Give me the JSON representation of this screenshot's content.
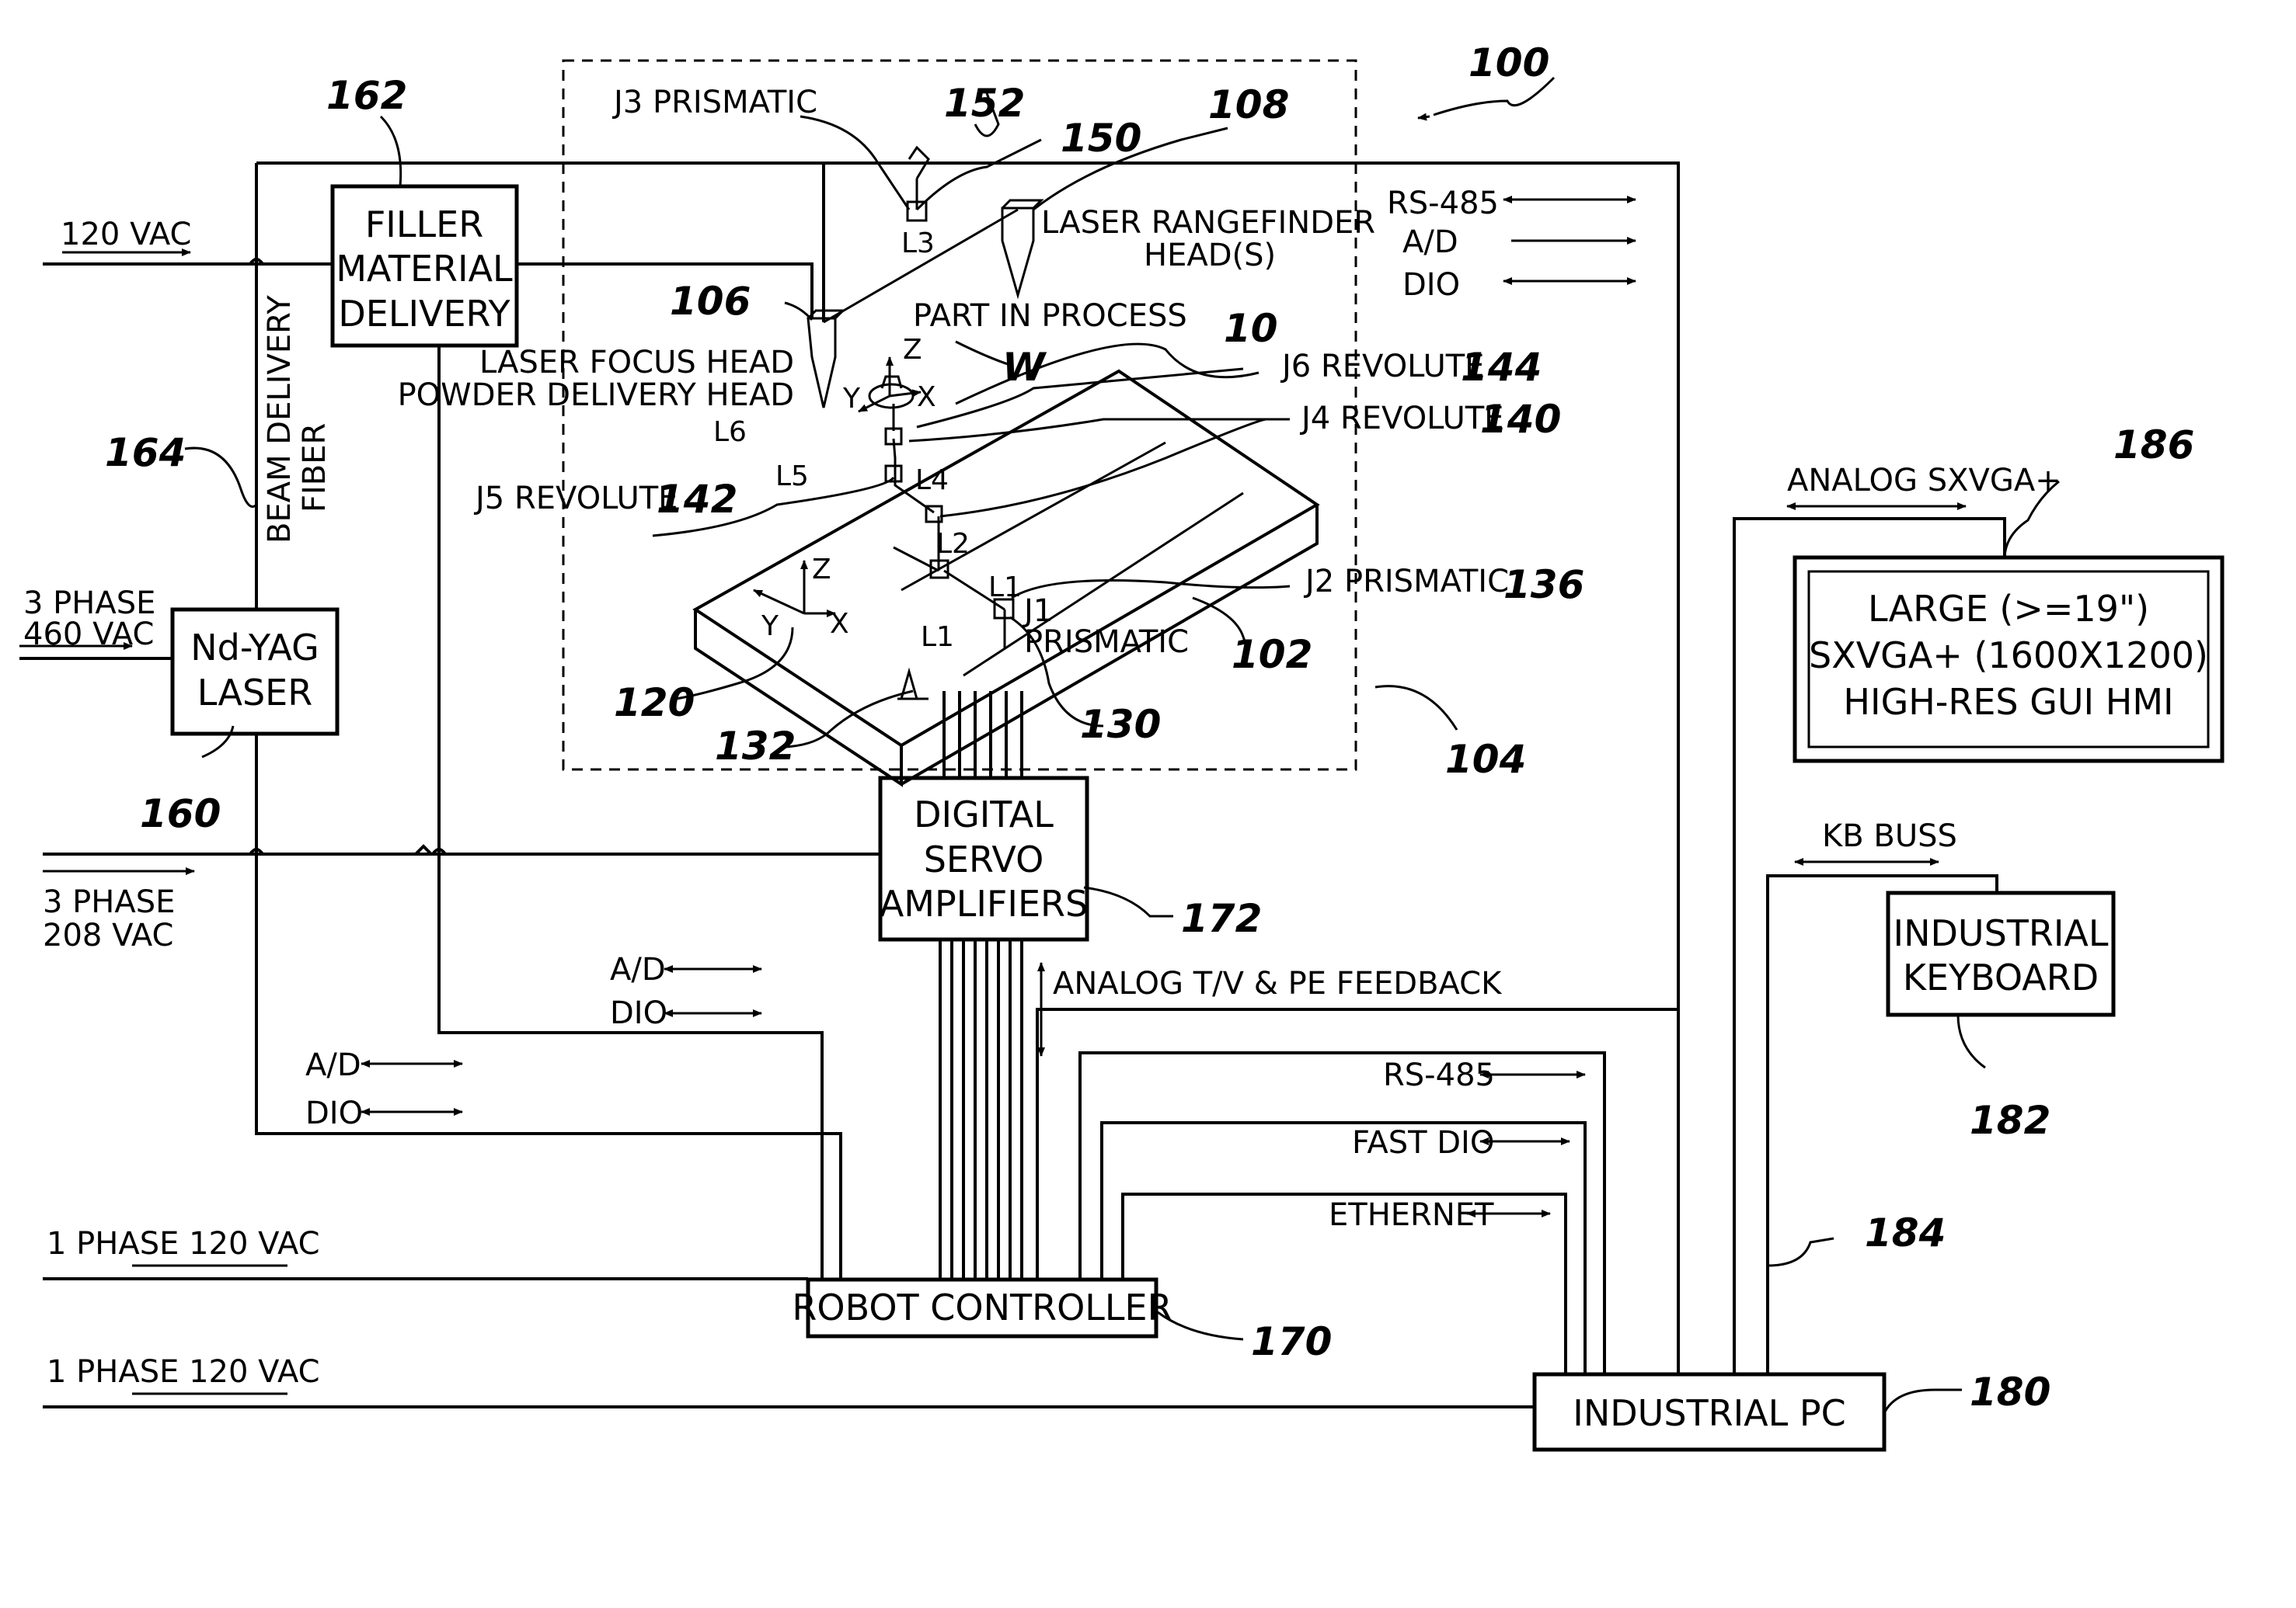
{
  "figure_number": "100",
  "workcell": {
    "ref": "104",
    "robot_ref": "10",
    "table_ref": "102",
    "part_label": "PART IN PROCESS",
    "workpiece_label": "W",
    "laser_focus_head": "LASER FOCUS HEAD",
    "powder_delivery_head": "POWDER DELIVERY HEAD",
    "laser_focus_ref": "106",
    "rangefinder_label_1": "LASER RANGEFINDER",
    "rangefinder_label_2": "HEAD(S)",
    "rangefinder_ref": "108",
    "base_frame_ref": "120",
    "base_ref": "132",
    "joints": {
      "j1_label": "J1",
      "j1_type": "PRISMATIC",
      "j1_ref": "130",
      "j2_label": "J2 PRISMATIC",
      "j2_ref": "136",
      "j3_label": "J3 PRISMATIC",
      "j4_label": "J4 REVOLUTE",
      "j4_ref": "140",
      "j5_label": "J5 REVOLUTE",
      "j5_ref": "142",
      "j6_label": "J6 REVOLUTE",
      "j6_ref": "144",
      "j3_tip_ref": "152",
      "j3_link_ref": "150"
    },
    "links": [
      "L1",
      "L1",
      "L2",
      "L3",
      "L4",
      "L5",
      "L6"
    ],
    "axes": {
      "x": "X",
      "y": "Y",
      "z": "Z"
    }
  },
  "boxes": {
    "filler": {
      "line1": "FILLER",
      "line2": "MATERIAL",
      "line3": "DELIVERY",
      "ref": "162"
    },
    "laser": {
      "line1": "Nd-YAG",
      "line2": "LASER",
      "ref": "160"
    },
    "servo": {
      "line1": "DIGITAL",
      "line2": "SERVO",
      "line3": "AMPLIFIERS",
      "ref": "172"
    },
    "robot_controller": {
      "label": "ROBOT CONTROLLER",
      "ref": "170"
    },
    "industrial_pc": {
      "label": "INDUSTRIAL PC",
      "ref": "180"
    },
    "monitor": {
      "line1": "LARGE (>=19\")",
      "line2": "SXVGA+ (1600X1200)",
      "line3": "HIGH-RES GUI HMI",
      "ref": "186"
    },
    "keyboard": {
      "line1": "INDUSTRIAL",
      "line2": "KEYBOARD",
      "ref": "182"
    }
  },
  "signals": {
    "power_120": "120 VAC",
    "power_460_1": "3 PHASE",
    "power_460_2": "460 VAC",
    "power_208_1": "3 PHASE",
    "power_208_2": "208 VAC",
    "power_1ph_a": "1 PHASE 120 VAC",
    "power_1ph_b": "1 PHASE 120 VAC",
    "fiber_1": "BEAM DELIVERY",
    "fiber_2": "FIBER",
    "fiber_ref": "164",
    "legend_rs485": "RS-485",
    "legend_ad": "A/D",
    "legend_dio": "DIO",
    "filler_ad": "A/D",
    "filler_dio": "DIO",
    "laser_ad": "A/D",
    "laser_dio": "DIO",
    "feedback": "ANALOG T/V & PE FEEDBACK",
    "rs485": "RS-485",
    "fast_dio": "FAST DIO",
    "ethernet": "ETHERNET",
    "analog_sxvga": "ANALOG SXVGA+",
    "kb_buss": "KB BUSS",
    "monitor_cable_ref": "184"
  }
}
